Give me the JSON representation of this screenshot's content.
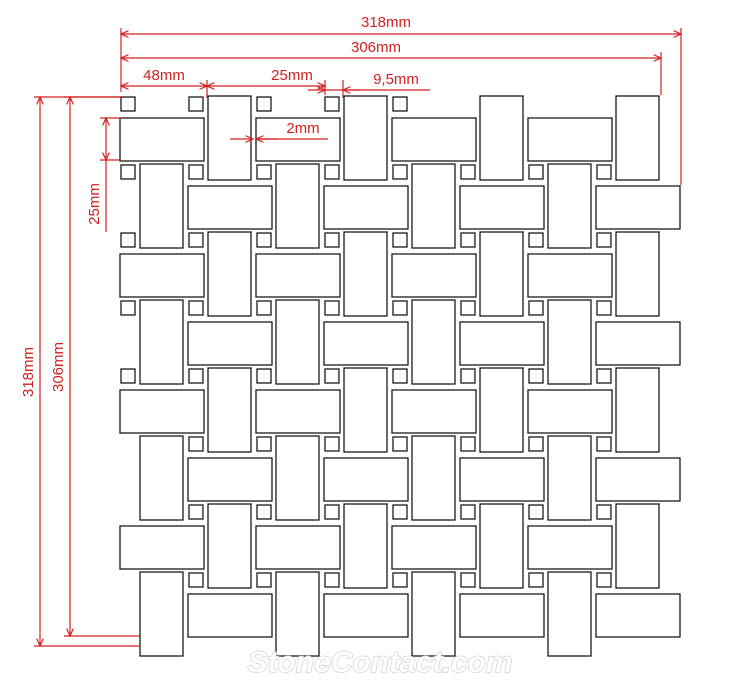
{
  "dimensions": {
    "overall_width": "318mm",
    "inner_width": "306mm",
    "tile_length": "48mm",
    "tile_gap_label": "25mm",
    "small_square": "9,5mm",
    "joint": "2mm",
    "tile_width": "25mm",
    "overall_height": "318mm",
    "inner_height": "306mm"
  },
  "watermark": "StoneContact.com",
  "colors": {
    "dimension_line": "#d22020",
    "tile_stroke": "#1a1a1a",
    "tile_fill": "#ffffff"
  }
}
